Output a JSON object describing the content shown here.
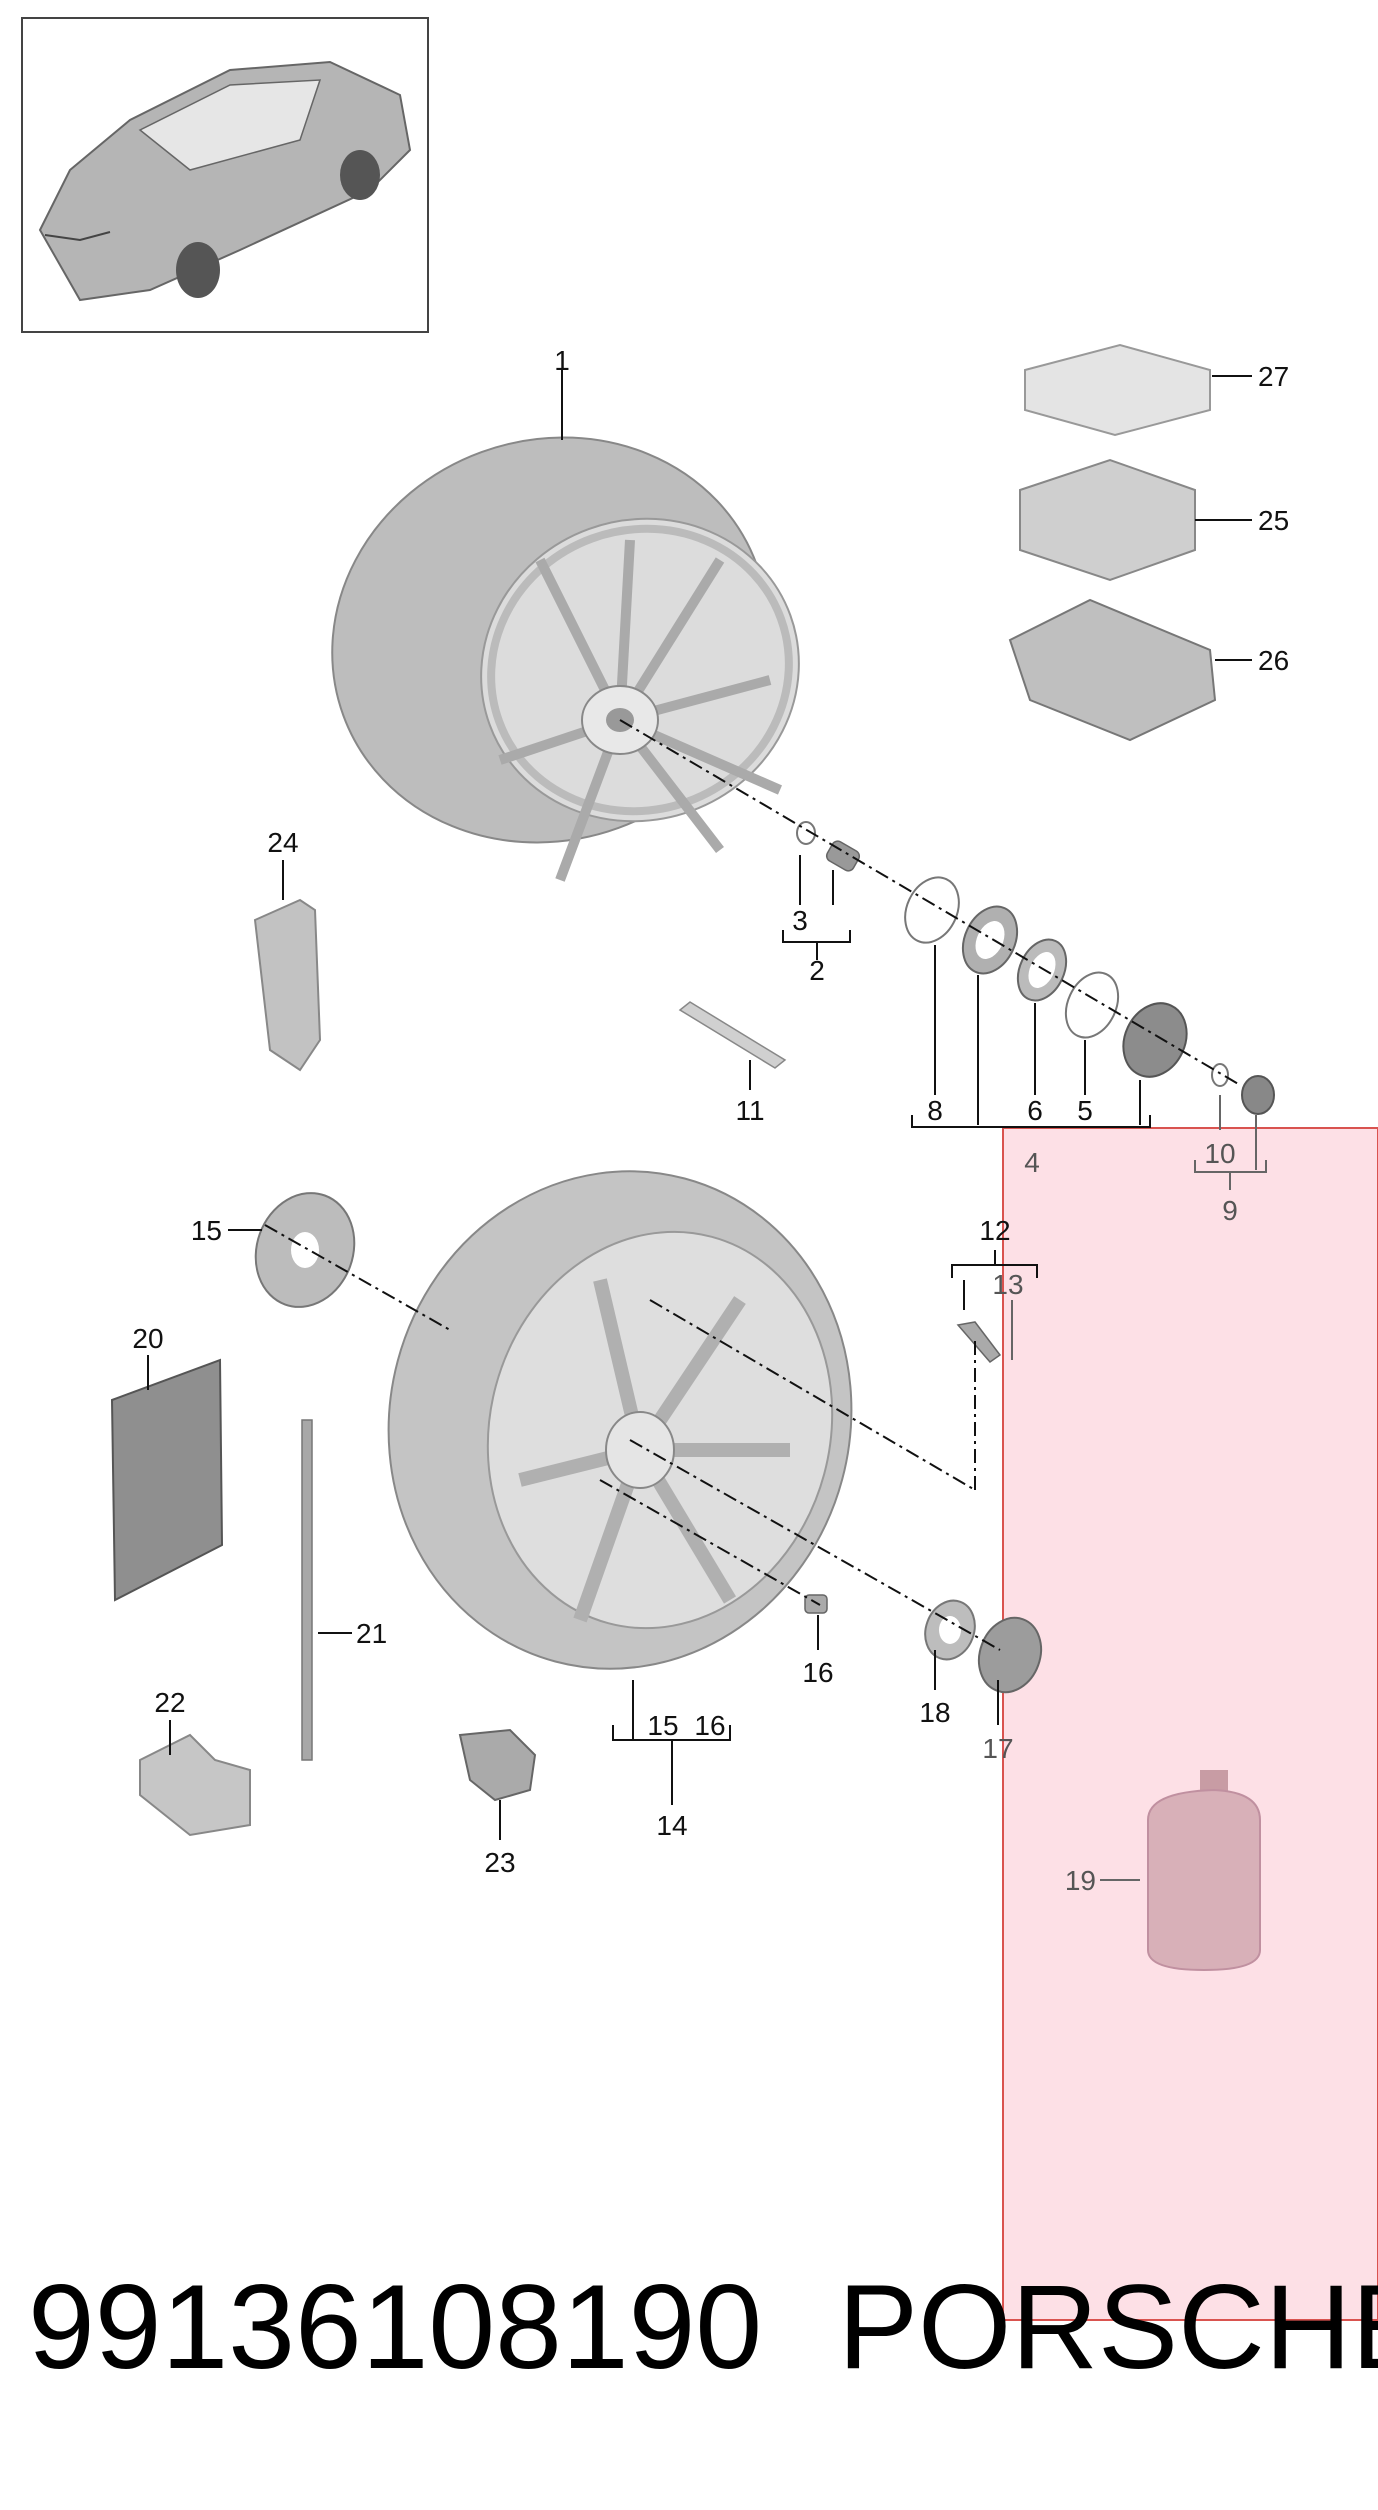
{
  "callouts": {
    "c1": "1",
    "c2": "2",
    "c3": "3",
    "c4": "4",
    "c5": "5",
    "c6": "6",
    "c8": "8",
    "c9": "9",
    "c10": "10",
    "c11": "11",
    "c12": "12",
    "c13": "13",
    "c14": "14",
    "c15a": "15",
    "c15b": "15",
    "c16a": "16",
    "c16b": "16",
    "c17": "17",
    "c18": "18",
    "c19": "19",
    "c20": "20",
    "c21": "21",
    "c22": "22",
    "c23": "23",
    "c24": "24",
    "c25": "25",
    "c26": "26",
    "c27": "27"
  },
  "footer": {
    "part_number": "99136108190",
    "brand": "PORSCHE"
  },
  "colors": {
    "highlight_fill": "#fde0e6",
    "highlight_border": "#d9534f",
    "part_gray": "#c8c8c8",
    "dark_gray": "#777777"
  }
}
